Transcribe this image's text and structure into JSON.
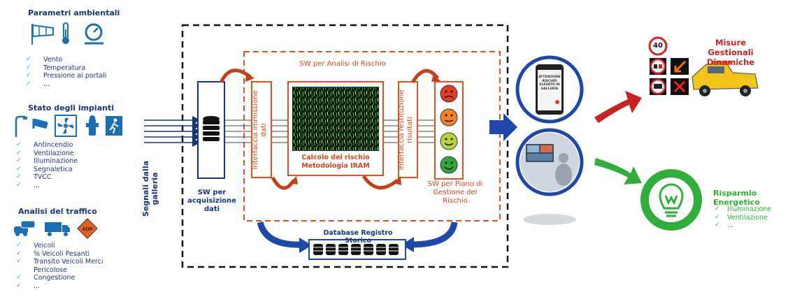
{
  "left": {
    "env": {
      "title": "Parametri ambientali",
      "icons": [
        "windsock-icon",
        "thermometer-icon",
        "barometer-icon"
      ],
      "items": [
        "Vento",
        "Temperatura",
        "Pressione ai portali",
        "..."
      ]
    },
    "plants": {
      "title": "Stato degli impianti",
      "icons": [
        "street-lamp-icon",
        "cctv-camera-icon",
        "fan-icon",
        "fire-hydrant-icon",
        "emergency-exit-icon"
      ],
      "items": [
        "Antincendio",
        "Ventilazione",
        "Illuminazione",
        "Segnaletica",
        "TVCC",
        "..."
      ]
    },
    "traffic": {
      "title": "Analisi del traffico",
      "icons": [
        "cars-icon",
        "truck-icon",
        "adr-sign-icon"
      ],
      "items": [
        "Veicoli",
        "% Veicoli Pesanti",
        "Transito Veicoli Merci Pericolose",
        "Congestione",
        "..."
      ]
    }
  },
  "signals_label": "Segnali dalla galleria",
  "acquisition_label": "SW per acquisizione dati",
  "risk_title": "SW per Analisi di Rischio",
  "input_interface": "Interfaccia immissione dati",
  "calc_label": "Calcolo del rischio Metodologia IRAM",
  "output_interface": "Interfaccia restituzione risultati",
  "plan_label": "SW per Piano di Gestione del Rischio",
  "db_label": "Database Registro Storico",
  "phone_screen_text": "ATTENZIONE RISCHIO ELEVATO IN GALLERIA",
  "right": {
    "measures_title": "Misure Gestionali Dinamiche",
    "speed_limit": "40",
    "energy_title": "Risparmio Energetico",
    "energy_items": [
      "Illuminazione",
      "Ventilazione",
      "..."
    ]
  },
  "colors": {
    "navy": "#17357a",
    "orange": "#e0521f",
    "green": "#2fae3a",
    "red": "#c8221f",
    "check": "#2aa0d8"
  }
}
